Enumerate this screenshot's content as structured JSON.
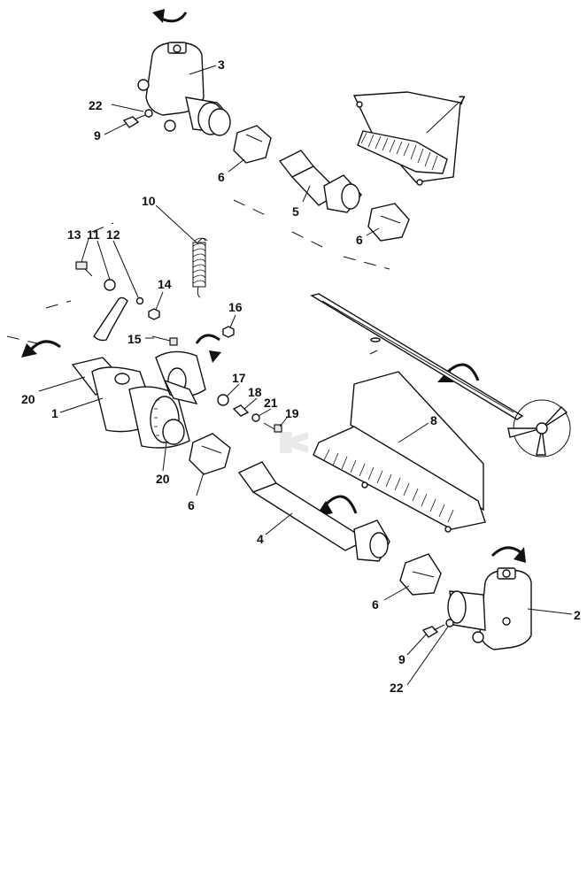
{
  "callouts": [
    {
      "id": "c3",
      "text": "3"
    },
    {
      "id": "c22a",
      "text": "22"
    },
    {
      "id": "c9a",
      "text": "9"
    },
    {
      "id": "c6a",
      "text": "6"
    },
    {
      "id": "c5",
      "text": "5"
    },
    {
      "id": "c6b",
      "text": "6"
    },
    {
      "id": "c7",
      "text": "7"
    },
    {
      "id": "c10",
      "text": "10"
    },
    {
      "id": "c13",
      "text": "13"
    },
    {
      "id": "c11",
      "text": "11"
    },
    {
      "id": "c12",
      "text": "12"
    },
    {
      "id": "c14",
      "text": "14"
    },
    {
      "id": "c16",
      "text": "16"
    },
    {
      "id": "c15",
      "text": "15"
    },
    {
      "id": "c17",
      "text": "17"
    },
    {
      "id": "c18",
      "text": "18"
    },
    {
      "id": "c21",
      "text": "21"
    },
    {
      "id": "c19",
      "text": "19"
    },
    {
      "id": "c20a",
      "text": "20"
    },
    {
      "id": "c1",
      "text": "1"
    },
    {
      "id": "c20b",
      "text": "20"
    },
    {
      "id": "c8",
      "text": "8"
    },
    {
      "id": "c6c",
      "text": "6"
    },
    {
      "id": "c4",
      "text": "4"
    },
    {
      "id": "c6d",
      "text": "6"
    },
    {
      "id": "c2",
      "text": "2"
    },
    {
      "id": "c9b",
      "text": "9"
    },
    {
      "id": "c22b",
      "text": "22"
    }
  ]
}
